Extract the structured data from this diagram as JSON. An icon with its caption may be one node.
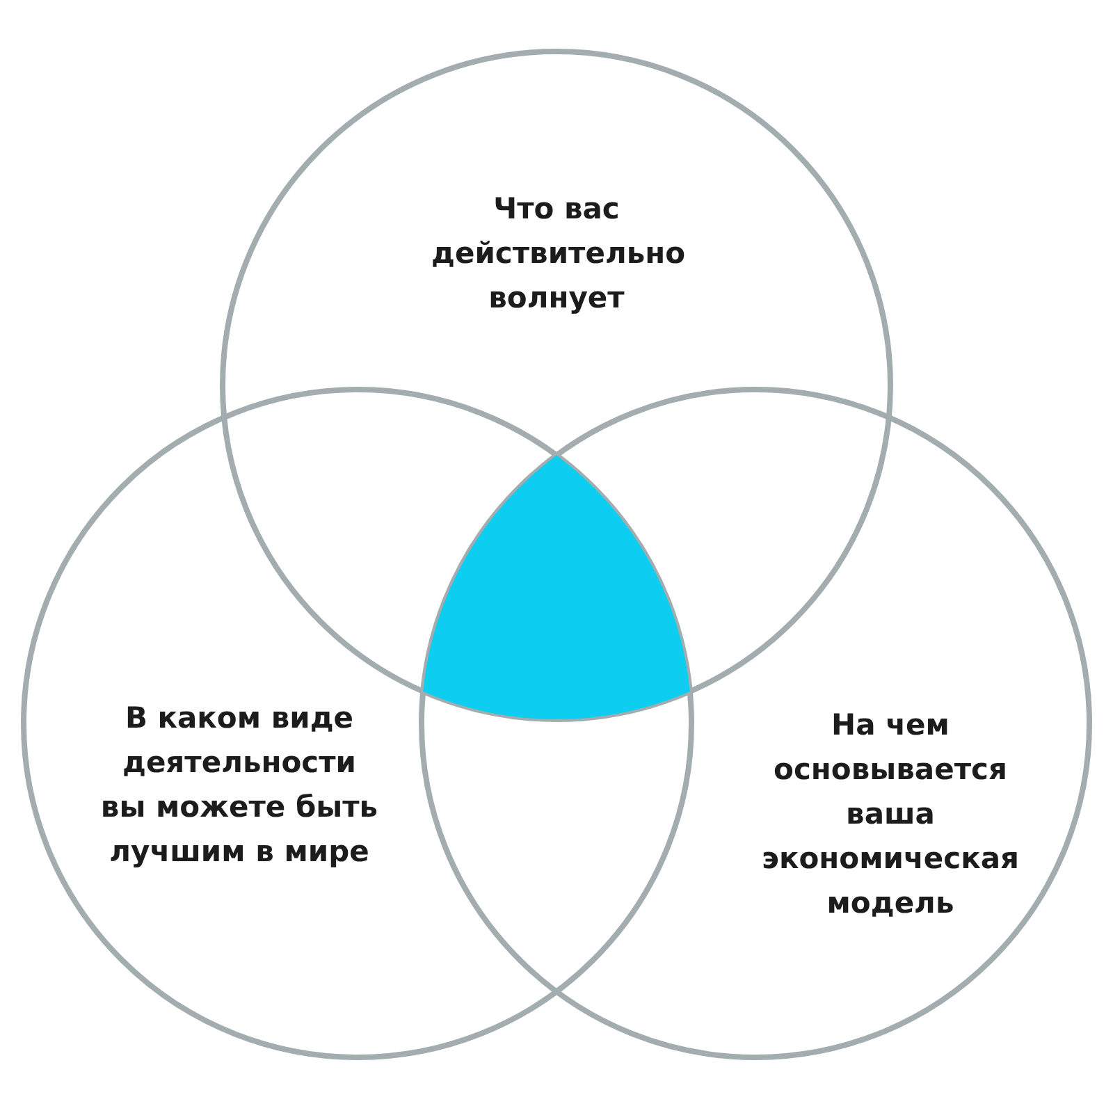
{
  "diagram": {
    "nodes": [
      {
        "text": [
          "Что вас действительно волнует"
        ]
      },
      {
        "text": [
          "В каком виде деятельности вы можете быть лучшим в мире"
        ]
      },
      {
        "text": [
          "На чем основывается ваша экономическая модель"
        ]
      },
      {
        "text": [],
        "shape": "triangle"
      }
    ]
  }
}
